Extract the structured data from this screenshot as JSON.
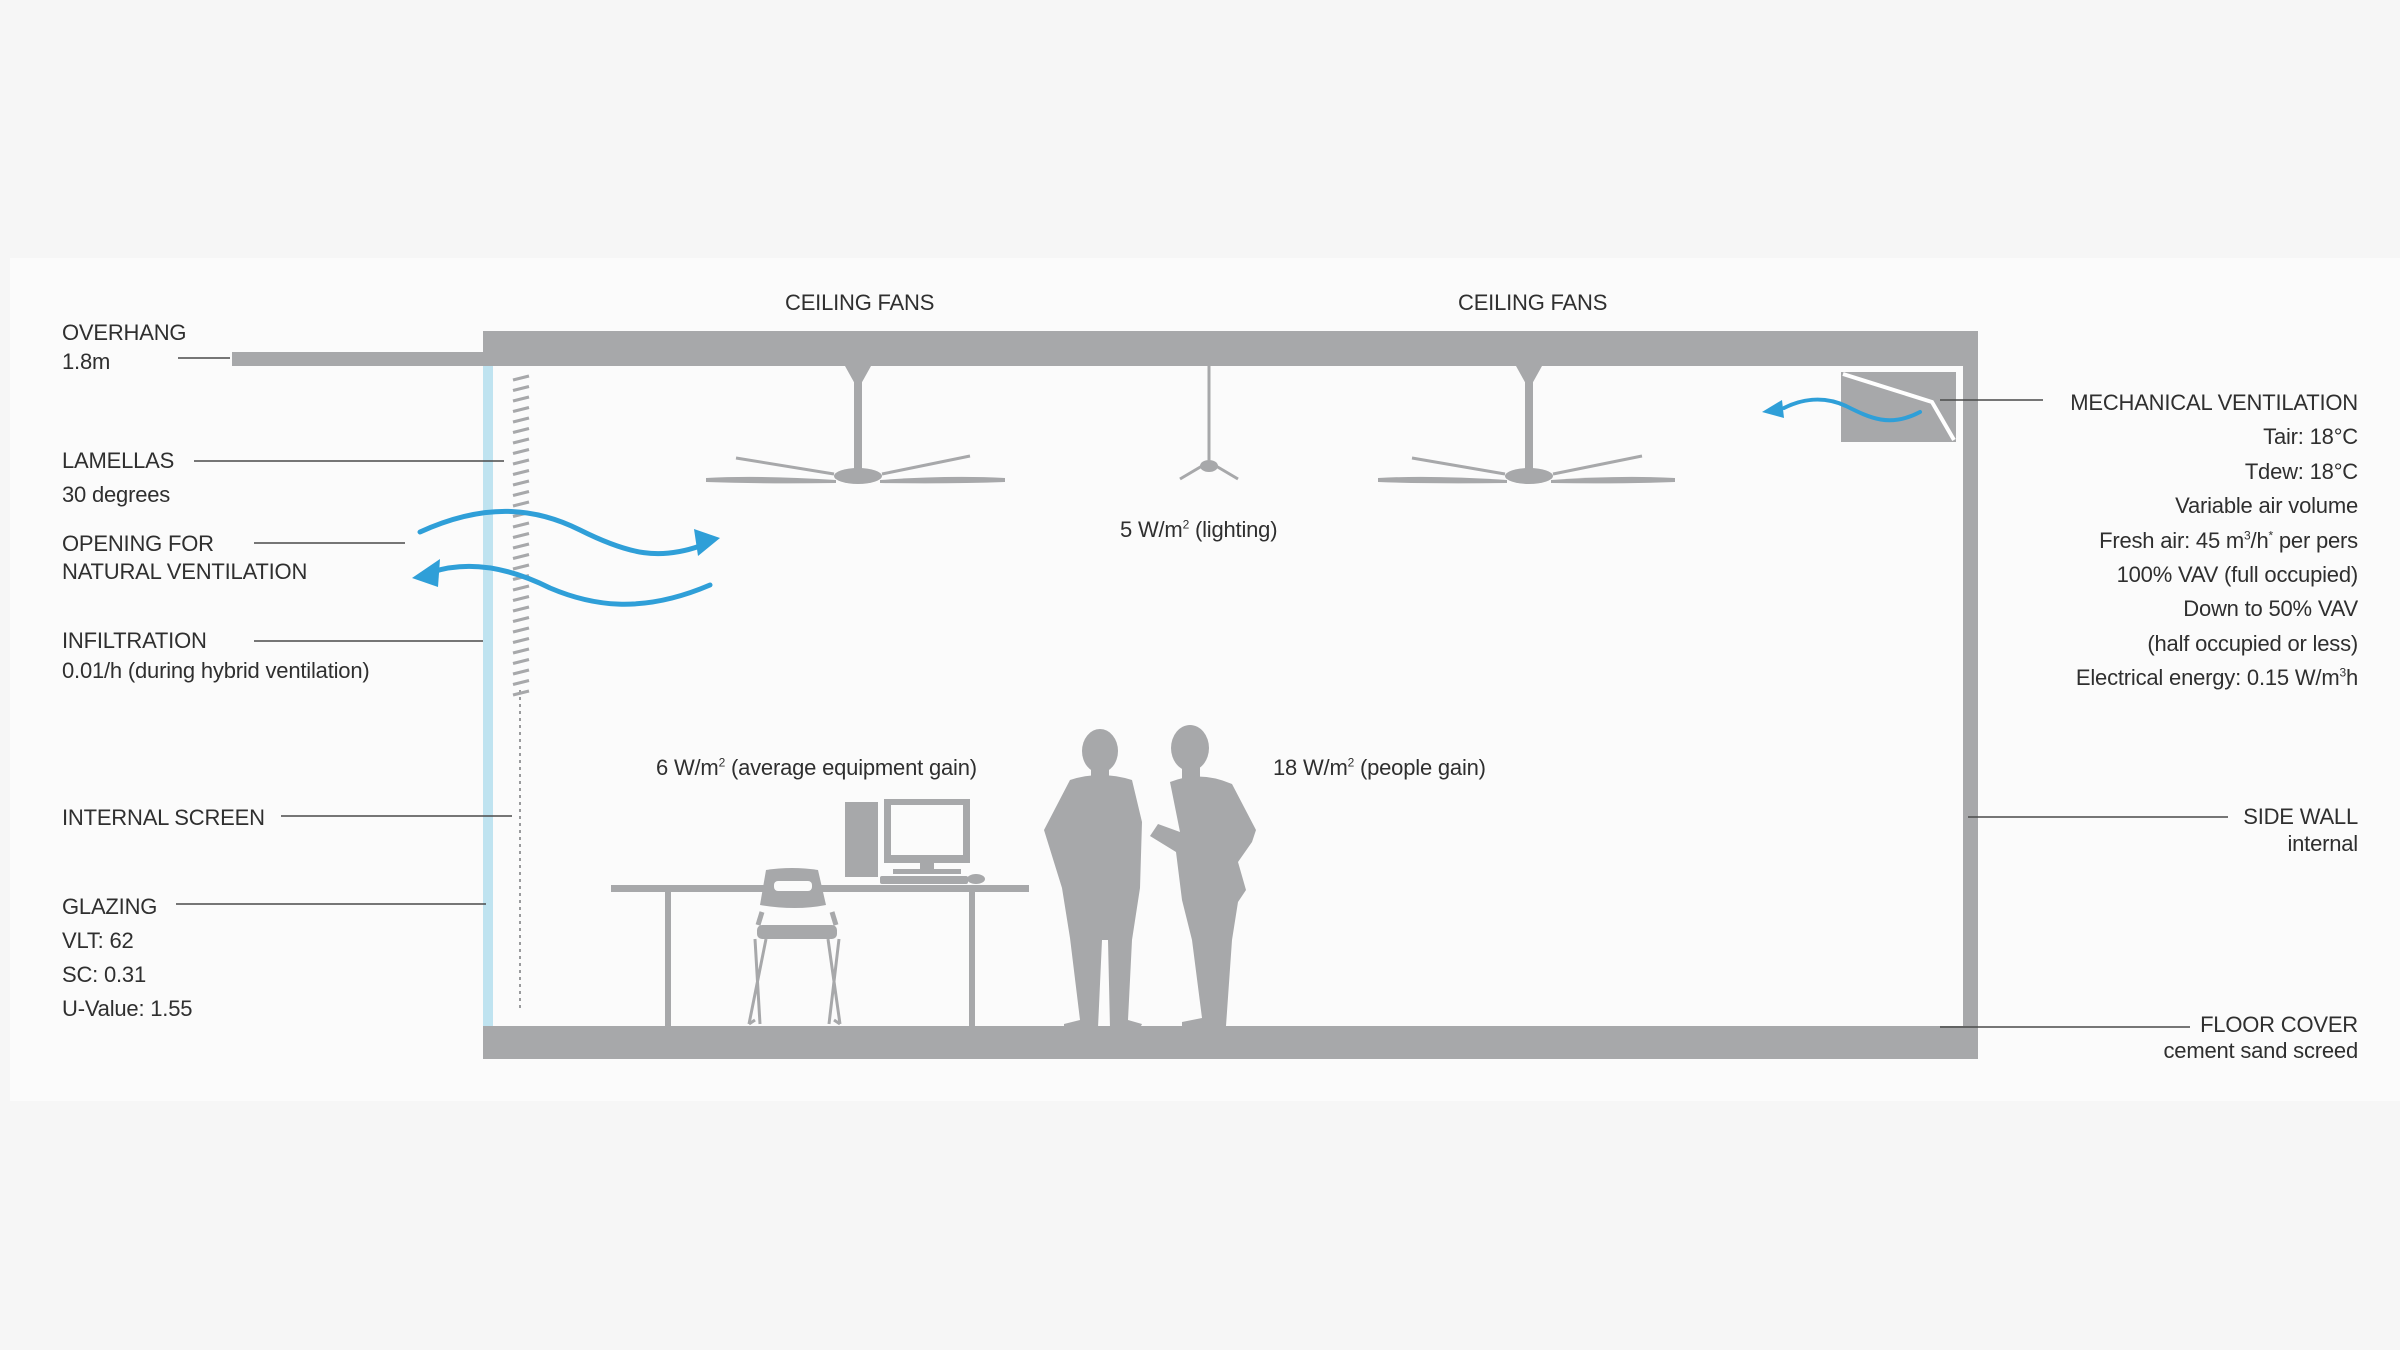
{
  "colors": {
    "structure": "#a7a8aa",
    "airflow": "#2f9fd8",
    "glazing": "#bfe3f0",
    "text": "#2f2f2f"
  },
  "icons": {
    "ceiling_fan": "ceiling-fan-icon",
    "light": "pendant-light-icon",
    "desk": "desk-icon",
    "computer": "computer-icon",
    "chair": "chair-icon",
    "people": "people-silhouette-icon",
    "vent": "ventilation-unit-icon",
    "arrow": "airflow-arrow-icon"
  },
  "labels": {
    "ceiling_fans_left": "CEILING FANS",
    "ceiling_fans_right": "CEILING FANS",
    "lighting_value": "5 W/m",
    "lighting_exp": "2",
    "lighting_suffix": " (lighting)",
    "equipment_value": "6 W/m",
    "equipment_exp": "2",
    "equipment_suffix": " (average equipment gain)",
    "people_value": "18 W/m",
    "people_exp": "2",
    "people_suffix": " (people gain)"
  },
  "left_labels": {
    "overhang": {
      "title": "OVERHANG",
      "detail": "1.8m"
    },
    "lamellas": {
      "title": "LAMELLAS",
      "detail": "30 degrees"
    },
    "opening": {
      "title": "OPENING FOR",
      "detail": "NATURAL VENTILATION"
    },
    "infiltration": {
      "title": "INFILTRATION",
      "detail": "0.01/h (during hybrid ventilation)"
    },
    "internal_screen": {
      "title": "INTERNAL SCREEN"
    },
    "glazing": {
      "title": "GLAZING",
      "vlt": "VLT: 62",
      "sc": "SC: 0.31",
      "uvalue": "U-Value: 1.55"
    }
  },
  "right_labels": {
    "mech": {
      "title": "MECHANICAL VENTILATION",
      "tair": "Tair: 18°C",
      "tdew": "Tdew: 18°C",
      "vav": "Variable air volume",
      "fresh_a": "Fresh air: 45 m",
      "fresh_exp1": "3",
      "fresh_b": "/h",
      "fresh_exp2": "*",
      "fresh_c": " per pers",
      "full": "100% VAV (full occupied)",
      "down": "Down to 50% VAV",
      "half": "(half occupied or less)",
      "elec_a": "Electrical energy: 0.15 W/m",
      "elec_exp": "3",
      "elec_b": "h"
    },
    "side_wall": {
      "title": "SIDE WALL",
      "detail": "internal"
    },
    "floor": {
      "title": "FLOOR COVER",
      "detail": "cement sand screed"
    }
  }
}
